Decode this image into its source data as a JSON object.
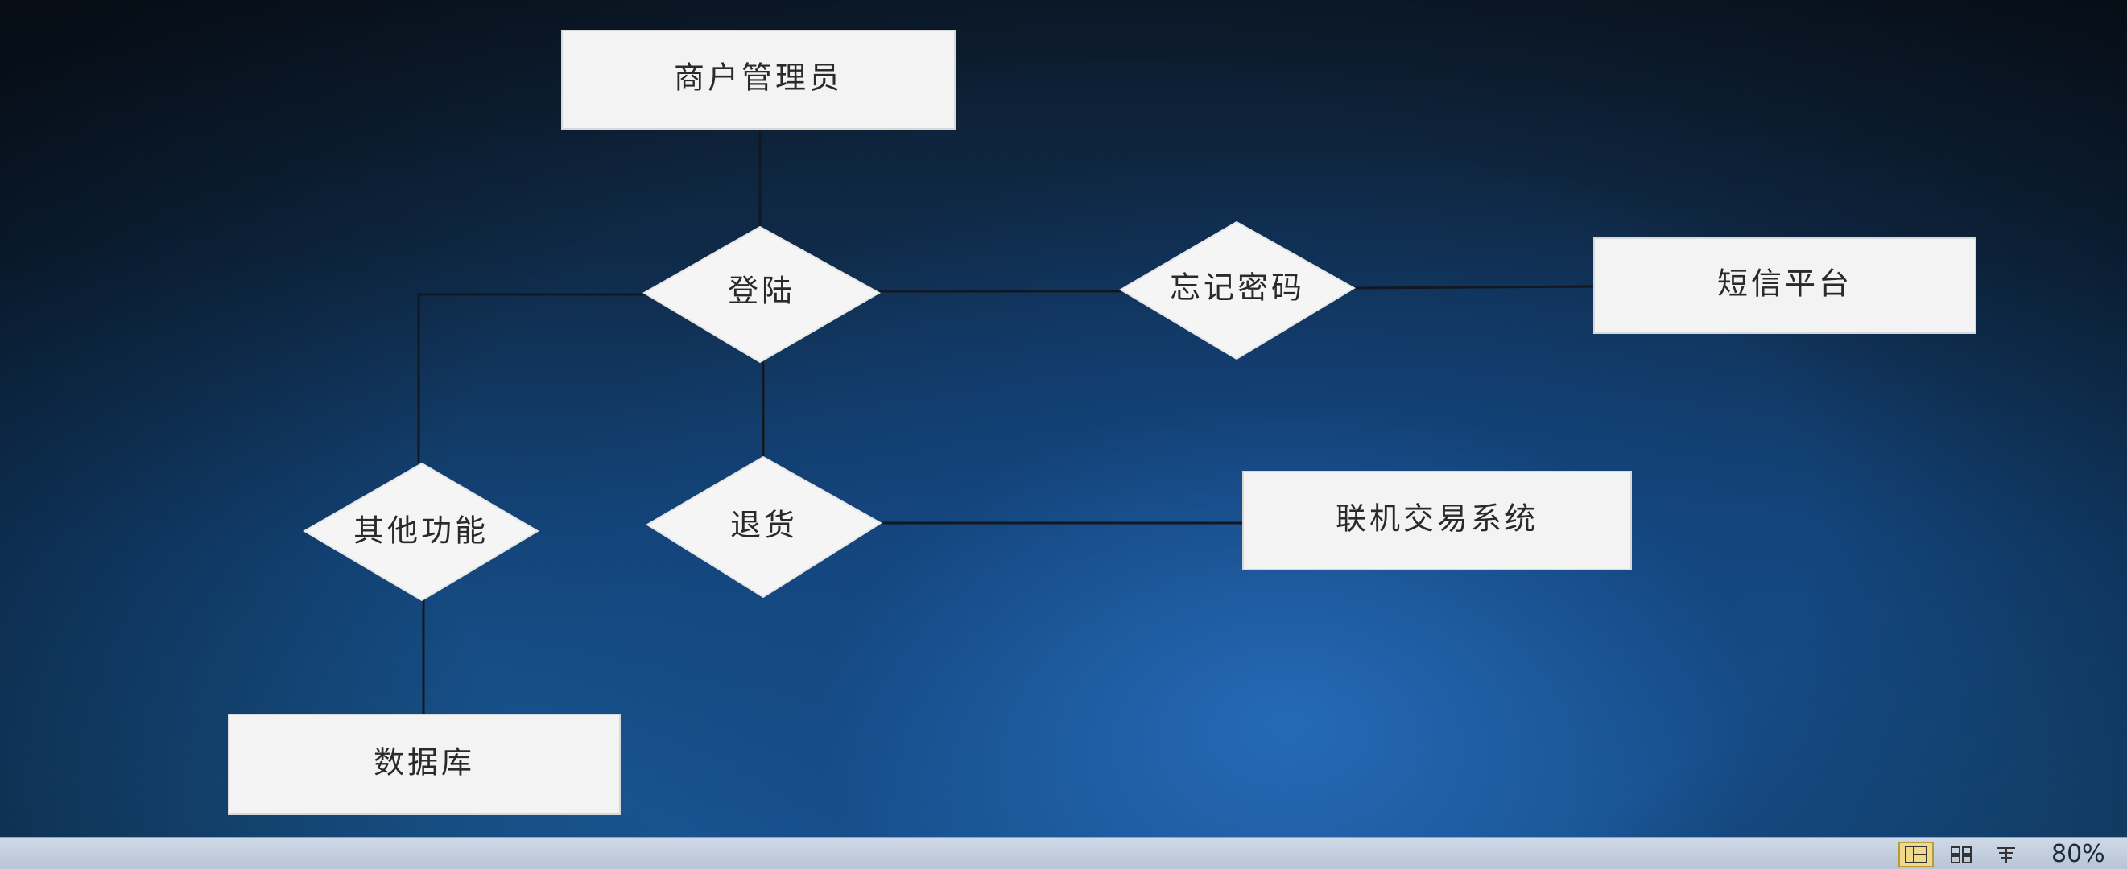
{
  "diagram": {
    "nodes": {
      "merchant_admin": "商户管理员",
      "login": "登陆",
      "forgot_password": "忘记密码",
      "sms_platform": "短信平台",
      "return_goods": "退货",
      "online_trading_system": "联机交易系统",
      "other_functions": "其他功能",
      "database": "数据库"
    },
    "edges": [
      [
        "merchant_admin",
        "login"
      ],
      [
        "login",
        "forgot_password"
      ],
      [
        "forgot_password",
        "sms_platform"
      ],
      [
        "login",
        "return_goods"
      ],
      [
        "return_goods",
        "online_trading_system"
      ],
      [
        "login",
        "other_functions"
      ],
      [
        "other_functions",
        "database"
      ]
    ]
  },
  "statusbar": {
    "zoom": "80%",
    "view_buttons": [
      "print-layout-icon",
      "web-layout-icon",
      "outline-view-icon"
    ],
    "active_view": "print-layout-icon"
  }
}
